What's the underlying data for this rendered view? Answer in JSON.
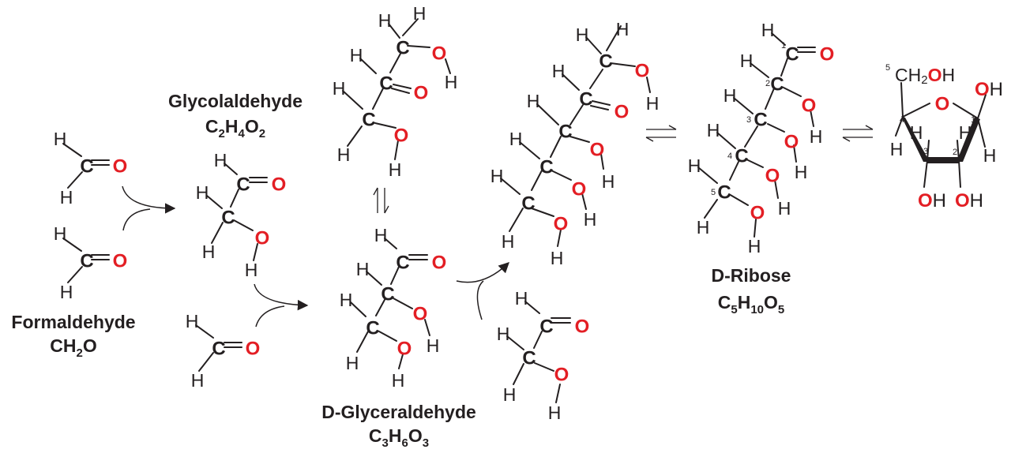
{
  "atoms": {
    "H": "H",
    "C": "C",
    "O": "O",
    "OH": "OH",
    "CH2OH": "CH2OH"
  },
  "locants": [
    "1",
    "2",
    "3",
    "4",
    "5"
  ],
  "labels": {
    "formaldehyde_name": "Formaldehyde",
    "formaldehyde_formula": [
      "CH",
      "2",
      "O"
    ],
    "glycolaldehyde_name": "Glycolaldehyde",
    "glycolaldehyde_formula": [
      "C",
      "2",
      "H",
      "4",
      "O",
      "2"
    ],
    "glyceraldehyde_name": "D-Glyceraldehyde",
    "glyceraldehyde_formula": [
      "C",
      "3",
      "H",
      "6",
      "O",
      "3"
    ],
    "ribose_name": "D-Ribose",
    "ribose_formula": [
      "C",
      "5",
      "H",
      "10",
      "O",
      "5"
    ]
  },
  "colors": {
    "carbon": "#231f20",
    "hydrogen": "#231f20",
    "oxygen": "#e31e24",
    "bond": "#231f20"
  }
}
